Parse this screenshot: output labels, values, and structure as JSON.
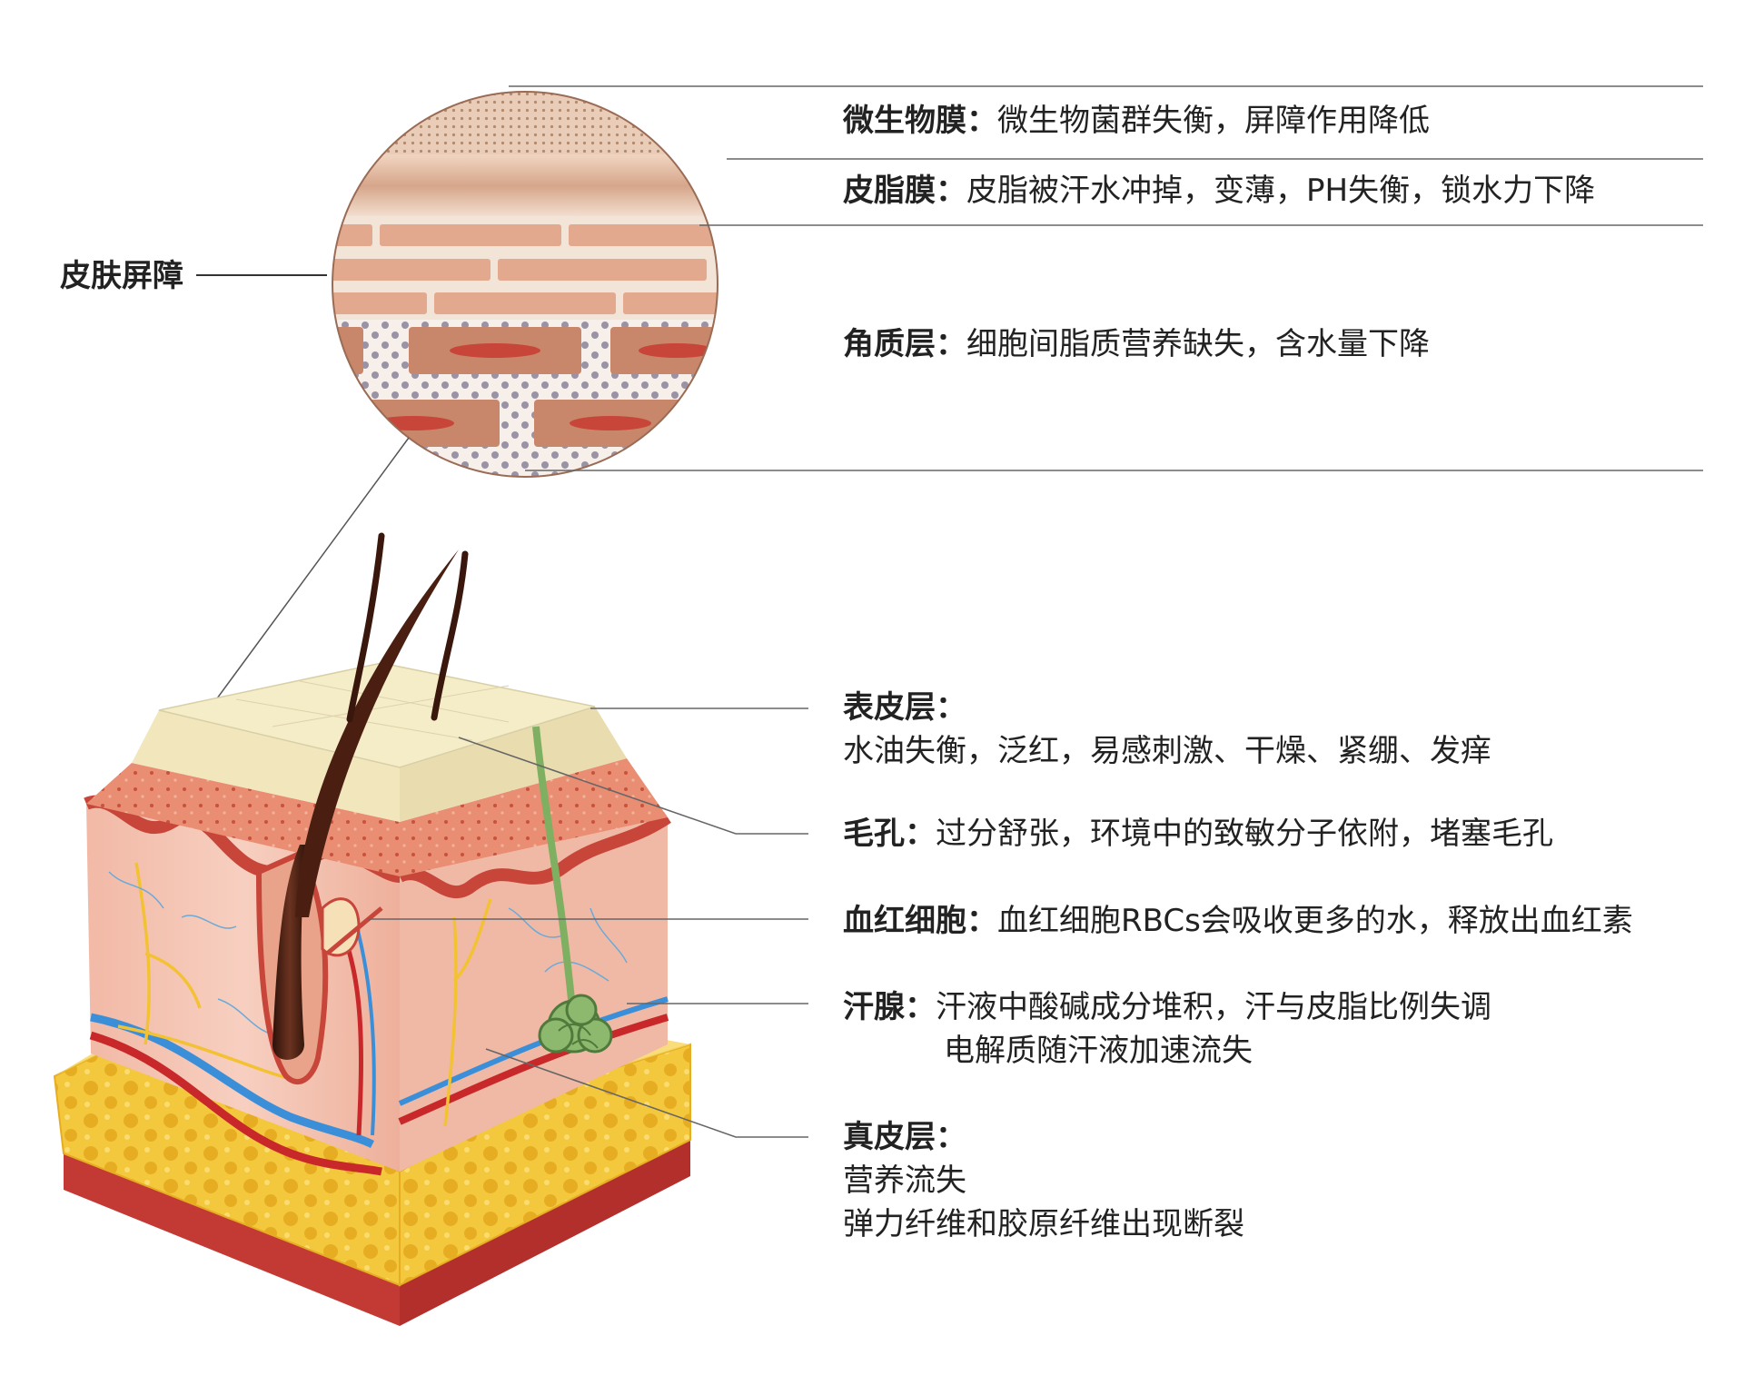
{
  "barrier": {
    "title": "皮肤屏障",
    "layers": [
      {
        "name": "微生物膜：",
        "desc": "微生物菌群失衡，屏障作用降低"
      },
      {
        "name": "皮脂膜：",
        "desc": "皮脂被汗水冲掉，变薄，PH失衡，锁水力下降"
      },
      {
        "name": "角质层：",
        "desc": "细胞间脂质营养缺失，含水量下降"
      }
    ]
  },
  "skin": {
    "epidermis": {
      "name": "表皮层：",
      "desc": "水油失衡，泛红，易感刺激、干燥、紧绷、发痒"
    },
    "pore": {
      "name": "毛孔：",
      "desc": "过分舒张，环境中的致敏分子依附，堵塞毛孔"
    },
    "rbc": {
      "name": "血红细胞：",
      "desc": "血红细胞RBCs会吸收更多的水，释放出血红素"
    },
    "sweat": {
      "name": "汗腺：",
      "desc1": "汗液中酸碱成分堆积，汗与皮脂比例失调",
      "desc2": "电解质随汗液加速流失"
    },
    "dermis": {
      "name": "真皮层：",
      "desc1": "营养流失",
      "desc2": "弹力纤维和胶原纤维出现断裂"
    }
  },
  "colors": {
    "fat": "#f3c63a",
    "epidermis_top": "#f4ecc4",
    "dermis": "#f0b8a4",
    "brick": "#c8876a",
    "vein": "#3b8fd8",
    "artery": "#c8282a"
  }
}
